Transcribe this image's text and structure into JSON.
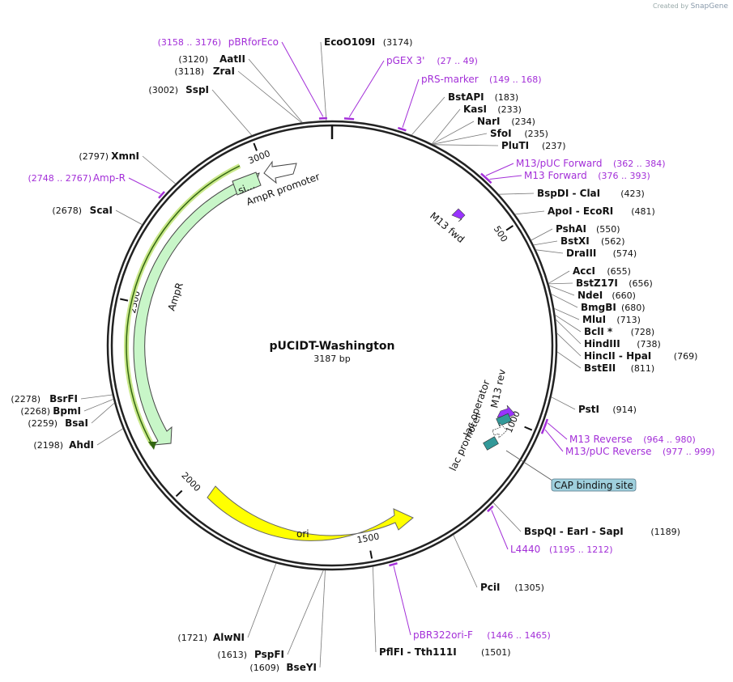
{
  "credit": {
    "prefix": "Created by",
    "brand": "SnapGene"
  },
  "plasmid": {
    "name": "pUCIDT-Washington",
    "length_label": "3187 bp",
    "length": 3187
  },
  "ticks": [
    {
      "pos": 500,
      "label": "500"
    },
    {
      "pos": 1000,
      "label": "1000"
    },
    {
      "pos": 1500,
      "label": "1500"
    },
    {
      "pos": 2000,
      "label": "2000"
    },
    {
      "pos": 2500,
      "label": "2500"
    },
    {
      "pos": 3000,
      "label": "3000"
    }
  ],
  "enzymes": [
    {
      "name": "EcoO109I",
      "pos_label": "(3174)",
      "pos": 3174,
      "side": "right"
    },
    {
      "name": "AatII",
      "pos_label": "(3120)",
      "pos": 3120,
      "side": "left"
    },
    {
      "name": "ZraI",
      "pos_label": "(3118)",
      "pos": 3118,
      "side": "left"
    },
    {
      "name": "SspI",
      "pos_label": "(3002)",
      "pos": 3002,
      "side": "left"
    },
    {
      "name": "XmnI",
      "pos_label": "(2797)",
      "pos": 2797,
      "side": "left"
    },
    {
      "name": "ScaI",
      "pos_label": "(2678)",
      "pos": 2678,
      "side": "left"
    },
    {
      "name": "BsrFI",
      "pos_label": "(2278)",
      "pos": 2278,
      "side": "left"
    },
    {
      "name": "BpmI",
      "pos_label": "(2268)",
      "pos": 2268,
      "side": "left"
    },
    {
      "name": "BsaI",
      "pos_label": "(2259)",
      "pos": 2259,
      "side": "left"
    },
    {
      "name": "AhdI",
      "pos_label": "(2198)",
      "pos": 2198,
      "side": "left"
    },
    {
      "name": "AlwNI",
      "pos_label": "(1721)",
      "pos": 1721,
      "side": "left"
    },
    {
      "name": "PspFI",
      "pos_label": "(1613)",
      "pos": 1613,
      "side": "left"
    },
    {
      "name": "BseYI",
      "pos_label": "(1609)",
      "pos": 1609,
      "side": "left"
    },
    {
      "name": "PflFI - Tth111I",
      "pos_label": "(1501)",
      "pos": 1501,
      "side": "right"
    },
    {
      "name": "PciI",
      "pos_label": "(1305)",
      "pos": 1305,
      "side": "right"
    },
    {
      "name": "BspQI - EarI - SapI",
      "pos_label": "(1189)",
      "pos": 1189,
      "side": "right"
    },
    {
      "name": "PstI",
      "pos_label": "(914)",
      "pos": 914,
      "side": "right"
    },
    {
      "name": "BstEII",
      "pos_label": "(811)",
      "pos": 811,
      "side": "right"
    },
    {
      "name": "HincII - HpaI",
      "pos_label": "(769)",
      "pos": 769,
      "side": "right"
    },
    {
      "name": "HindIII",
      "pos_label": "(738)",
      "pos": 738,
      "side": "right"
    },
    {
      "name": "BclI *",
      "pos_label": "(728)",
      "pos": 728,
      "side": "right"
    },
    {
      "name": "MluI",
      "pos_label": "(713)",
      "pos": 713,
      "side": "right"
    },
    {
      "name": "BmgBI",
      "pos_label": "(680)",
      "pos": 680,
      "side": "right"
    },
    {
      "name": "NdeI",
      "pos_label": "(660)",
      "pos": 660,
      "side": "right"
    },
    {
      "name": "BstZ17I",
      "pos_label": "(656)",
      "pos": 656,
      "side": "right"
    },
    {
      "name": "AccI",
      "pos_label": "(655)",
      "pos": 655,
      "side": "right"
    },
    {
      "name": "DraIII",
      "pos_label": "(574)",
      "pos": 574,
      "side": "right"
    },
    {
      "name": "BstXI",
      "pos_label": "(562)",
      "pos": 562,
      "side": "right"
    },
    {
      "name": "PshAI",
      "pos_label": "(550)",
      "pos": 550,
      "side": "right"
    },
    {
      "name": "ApoI - EcoRI",
      "pos_label": "(481)",
      "pos": 481,
      "side": "right"
    },
    {
      "name": "BspDI - ClaI",
      "pos_label": "(423)",
      "pos": 423,
      "side": "right"
    },
    {
      "name": "PluTI",
      "pos_label": "(237)",
      "pos": 237,
      "side": "right"
    },
    {
      "name": "SfoI",
      "pos_label": "(235)",
      "pos": 235,
      "side": "right"
    },
    {
      "name": "NarI",
      "pos_label": "(234)",
      "pos": 234,
      "side": "right"
    },
    {
      "name": "KasI",
      "pos_label": "(233)",
      "pos": 233,
      "side": "right"
    },
    {
      "name": "BstAPI",
      "pos_label": "(183)",
      "pos": 183,
      "side": "right"
    }
  ],
  "primers": [
    {
      "name": "pBRforEco",
      "range": "(3158 .. 3176)",
      "start": 3158,
      "end": 3176,
      "side": "left"
    },
    {
      "name": "pGEX 3'",
      "range": "(27 .. 49)",
      "start": 27,
      "end": 49,
      "side": "right"
    },
    {
      "name": "pRS-marker",
      "range": "(149 .. 168)",
      "start": 149,
      "end": 168,
      "side": "right"
    },
    {
      "name": "M13/pUC Forward",
      "range": "(362 .. 384)",
      "start": 362,
      "end": 384,
      "side": "right"
    },
    {
      "name": "M13 Forward",
      "range": "(376 .. 393)",
      "start": 376,
      "end": 393,
      "side": "right"
    },
    {
      "name": "Amp-R",
      "range": "(2748 .. 2767)",
      "start": 2748,
      "end": 2767,
      "side": "left"
    },
    {
      "name": "M13 Reverse",
      "range": "(964 .. 980)",
      "start": 964,
      "end": 980,
      "side": "right"
    },
    {
      "name": "M13/pUC Reverse",
      "range": "(977 .. 999)",
      "start": 977,
      "end": 999,
      "side": "right"
    },
    {
      "name": "L4440",
      "range": "(1195 .. 1212)",
      "start": 1195,
      "end": 1212,
      "side": "right"
    },
    {
      "name": "pBR322ori-F",
      "range": "(1446 .. 1465)",
      "start": 1446,
      "end": 1465,
      "side": "right"
    }
  ],
  "features": {
    "ampr": {
      "label": "AmpR",
      "color": "#ccffcc"
    },
    "ampr_promoter": {
      "label": "AmpR promoter"
    },
    "signal": {
      "label": "si..."
    },
    "ori": {
      "label": "ori",
      "color": "#ffff00"
    },
    "m13fwd": {
      "label": "M13 fwd",
      "color": "#9933ff"
    },
    "m13rev": {
      "label": "M13 rev",
      "color": "#9933ff"
    },
    "lac_operator": {
      "label": "lac operator",
      "color": "#339999"
    },
    "lac_promoter": {
      "label": "lac promoter"
    },
    "cap_site": {
      "label": "CAP binding site",
      "color": "#99ccdd"
    }
  }
}
